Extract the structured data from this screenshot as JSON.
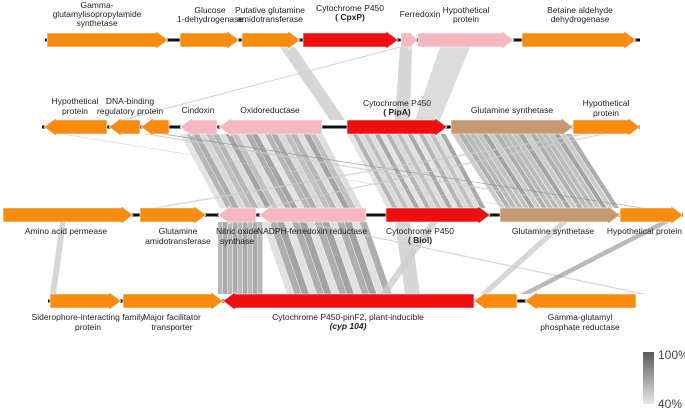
{
  "colors": {
    "orange": "#f98b10",
    "red": "#ee1010",
    "pink": "#f5b7c0",
    "tan": "#c59a72",
    "line": "#111111",
    "link_dark": "#8c8c8c",
    "link_light": "#cdcdcd"
  },
  "rows": [
    {
      "id": "row1",
      "genes": [
        {
          "color": "orange",
          "dir": "right",
          "label": [
            "Gamma-",
            "glutamylisopropylamide",
            "synthetase"
          ]
        },
        {
          "color": "orange",
          "dir": "right",
          "label": [
            "Glucose",
            "1-dehydrogenase"
          ]
        },
        {
          "color": "orange",
          "dir": "right",
          "label": [
            "Putative glutamine",
            "amidotransferase"
          ]
        },
        {
          "color": "red",
          "dir": "right",
          "label": [
            "Cytochrome P450"
          ],
          "code": "CpxP"
        },
        {
          "color": "pink",
          "dir": "right",
          "label": [
            "Ferredoxin"
          ]
        },
        {
          "color": "pink",
          "dir": "right",
          "label": [
            "Hypothetical",
            "protein"
          ]
        },
        {
          "color": "orange",
          "dir": "right",
          "label": [
            "Betaine aldehyde",
            "dehydrogenase"
          ]
        }
      ]
    },
    {
      "id": "row2",
      "genes": [
        {
          "color": "orange",
          "dir": "left",
          "label": [
            "Hypothetical",
            "protein"
          ]
        },
        {
          "color": "orange",
          "dir": "left",
          "label": [
            "DNA-binding",
            "regulatory protein"
          ]
        },
        {
          "color": "orange",
          "dir": "left",
          "label": []
        },
        {
          "color": "pink",
          "dir": "left",
          "label": [
            "Cindoxin"
          ]
        },
        {
          "color": "pink",
          "dir": "left",
          "label": [
            "Oxidoreductase"
          ]
        },
        {
          "color": "red",
          "dir": "right",
          "label": [
            "Cytochrome P450"
          ],
          "code": "PipA"
        },
        {
          "color": "tan",
          "dir": "right",
          "label": [
            "Glutamine synthetase"
          ]
        },
        {
          "color": "orange",
          "dir": "right",
          "label": [
            "Hypothetical",
            "protein"
          ]
        }
      ]
    },
    {
      "id": "row3",
      "genes": [
        {
          "color": "orange",
          "dir": "right",
          "label": [
            "Amino acid permease"
          ]
        },
        {
          "color": "orange",
          "dir": "right",
          "label": [
            "Glutamine",
            "amidotransferase"
          ]
        },
        {
          "color": "pink",
          "dir": "left",
          "label": [
            "Nitric oxide",
            "synthase"
          ]
        },
        {
          "color": "pink",
          "dir": "left",
          "label": [
            "NADPH-ferredoxin reductase"
          ]
        },
        {
          "color": "red",
          "dir": "right",
          "label": [
            "Cytochrome P450"
          ],
          "code": "BioI"
        },
        {
          "color": "tan",
          "dir": "right",
          "label": [
            "Glutamine synthetase"
          ]
        },
        {
          "color": "orange",
          "dir": "right",
          "label": [
            "Hypothetical protein"
          ]
        }
      ]
    },
    {
      "id": "row4",
      "genes": [
        {
          "color": "orange",
          "dir": "right",
          "label": [
            "Siderophore-interacting family",
            "protein"
          ]
        },
        {
          "color": "orange",
          "dir": "right",
          "label": [
            "Major facilitator",
            "transporter"
          ]
        },
        {
          "color": "red",
          "dir": "left",
          "label": [
            "Cytochrome P450-pinF2, plant-inducible"
          ],
          "code": "cyp 104",
          "code_style": "italic"
        },
        {
          "color": "orange",
          "dir": "left",
          "label": []
        },
        {
          "color": "orange",
          "dir": "left",
          "label": [
            "Gamma-glutamyl",
            "phosphate reductase"
          ]
        }
      ]
    }
  ],
  "legend": {
    "max_label": "100%",
    "min_label": "40%",
    "max_value": 100,
    "min_value": 40
  }
}
